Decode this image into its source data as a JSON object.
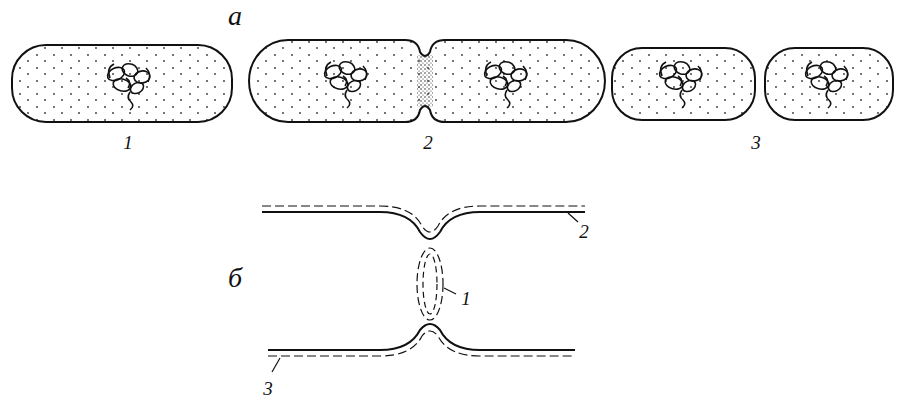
{
  "diagram": {
    "labels": [
      "а",
      "1",
      "2",
      "3",
      "б",
      "1",
      "2",
      "3"
    ]
  }
}
